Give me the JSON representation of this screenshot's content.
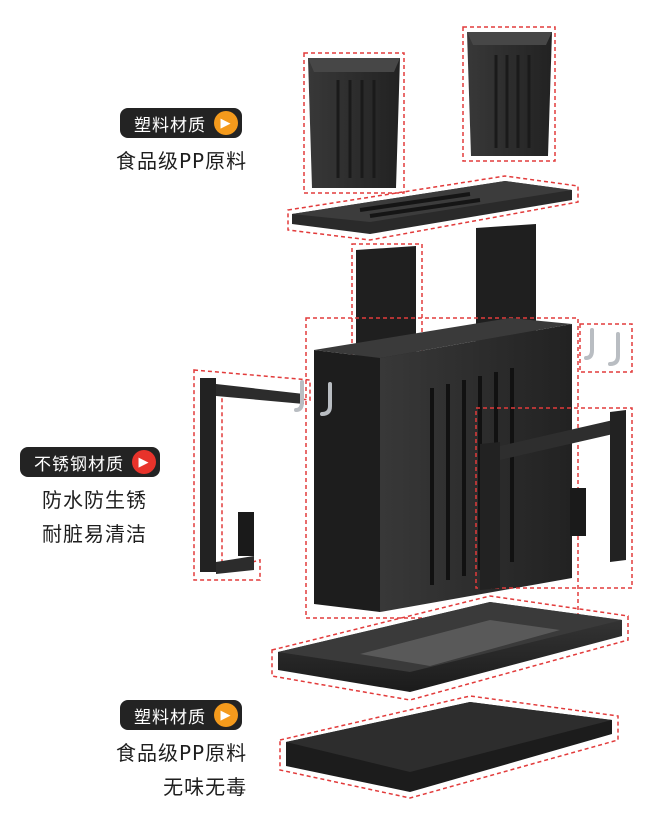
{
  "colors": {
    "product": "#2b2b2b",
    "product_dark": "#151515",
    "outline": "#e23b3b",
    "arrow_orange": "#f49a1c",
    "arrow_red": "#e8332b",
    "hook": "#b9bdc2"
  },
  "labels": {
    "top": {
      "badge": "塑料材质",
      "arrow_icon": "chevron-right-icon",
      "lines": [
        "食品级PP原料"
      ]
    },
    "middle": {
      "badge": "不锈钢材质",
      "arrow_icon": "chevron-right-icon",
      "lines": [
        "防水防生锈",
        "耐脏易清洁"
      ]
    },
    "bottom": {
      "badge": "塑料材质",
      "arrow_icon": "chevron-right-icon",
      "lines": [
        "食品级PP原料",
        "无味无毒"
      ]
    }
  }
}
